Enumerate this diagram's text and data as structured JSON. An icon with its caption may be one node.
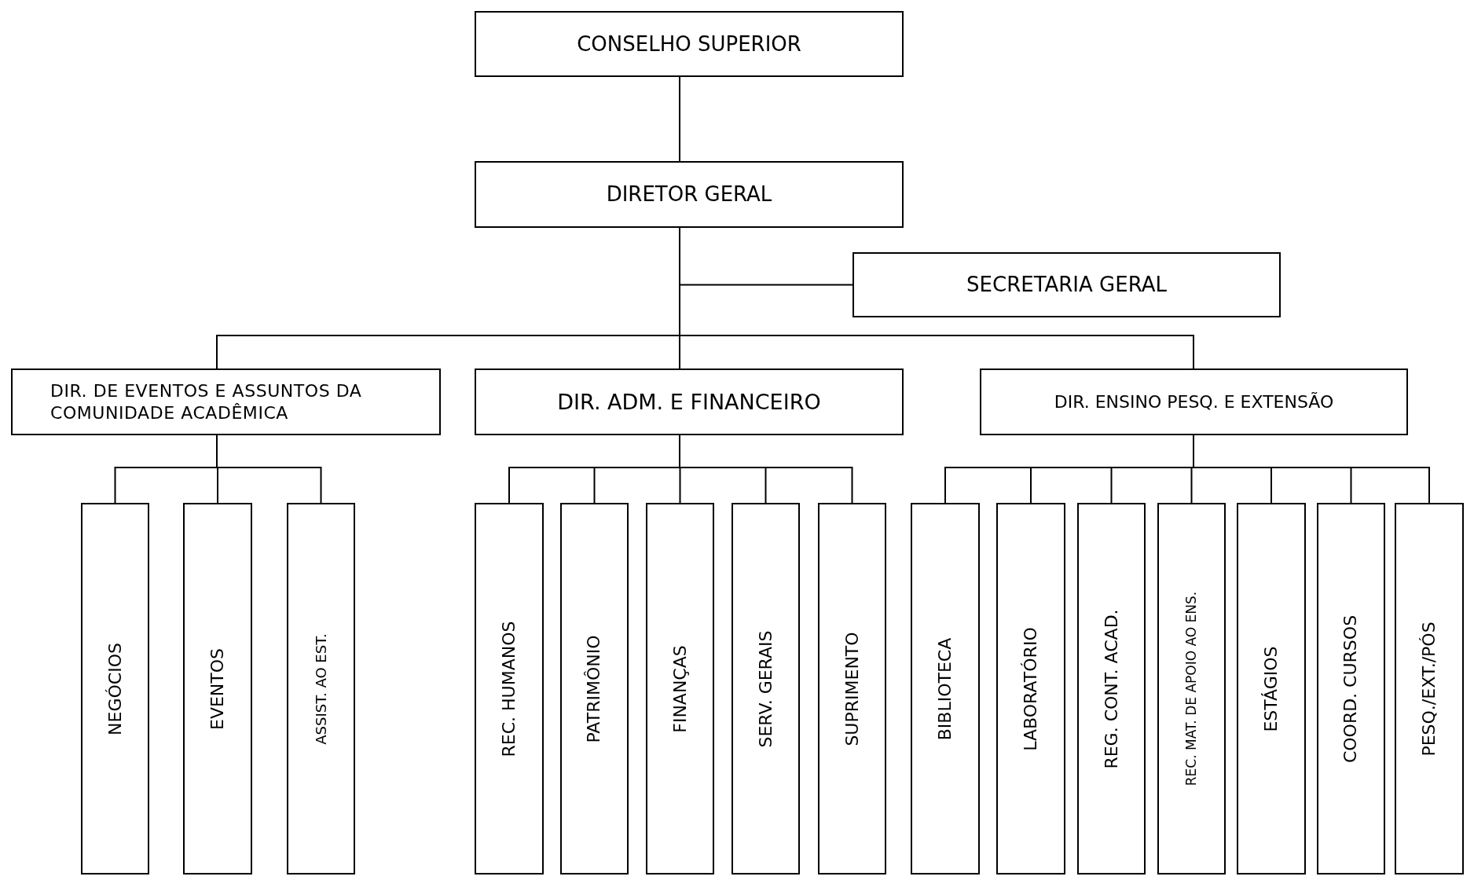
{
  "diagram": {
    "nodes": [
      {
        "text": [
          "CONSELHO SUPERIOR"
        ]
      },
      {
        "text": [
          "DIRETOR GERAL"
        ]
      },
      {
        "text": [
          "SECRETARIA GERAL"
        ]
      },
      {
        "text": [
          "DIR. DE EVENTOS E ASSUNTOS DA COMUNIDADE ACADÊMICA"
        ]
      },
      {
        "text": [
          "DIR. ADM. E FINANCEIRO"
        ]
      },
      {
        "text": [
          "DIR. ENSINO PESQ. E EXTENSÃO"
        ]
      },
      {
        "text": [
          "NEGÓCIOS"
        ]
      },
      {
        "text": [
          "EVENTOS"
        ]
      },
      {
        "text": [
          "ASSIST. AO EST."
        ]
      },
      {
        "text": [
          "REC. HUMANOS"
        ]
      },
      {
        "text": [
          "PATRIMÔNIO"
        ]
      },
      {
        "text": [
          "FINANÇAS"
        ]
      },
      {
        "text": [
          "SERV. GERAIS"
        ]
      },
      {
        "text": [
          "SUPRIMENTO"
        ]
      },
      {
        "text": [
          "BIBLIOTECA"
        ]
      },
      {
        "text": [
          "LABORATÓRIO"
        ]
      },
      {
        "text": [
          "REG. CONT. ACAD."
        ]
      },
      {
        "text": [
          "REC. MAT. DE APOIO AO ENS."
        ]
      },
      {
        "text": [
          "ESTÁGIOS"
        ]
      },
      {
        "text": [
          "COORD. CURSOS"
        ]
      },
      {
        "text": [
          "PESQ./EXT./PÓS"
        ]
      }
    ],
    "edges": [
      {
        "from": 0,
        "to": 1,
        "arrow": "none"
      },
      {
        "from": 1,
        "to": 2,
        "arrow": "none"
      },
      {
        "from": 1,
        "to": 3,
        "arrow": "none"
      },
      {
        "from": 1,
        "to": 4,
        "arrow": "none"
      },
      {
        "from": 1,
        "to": 5,
        "arrow": "none"
      },
      {
        "from": 3,
        "to": 6,
        "arrow": "none"
      },
      {
        "from": 3,
        "to": 7,
        "arrow": "none"
      },
      {
        "from": 3,
        "to": 8,
        "arrow": "none"
      },
      {
        "from": 4,
        "to": 9,
        "arrow": "none"
      },
      {
        "from": 4,
        "to": 10,
        "arrow": "none"
      },
      {
        "from": 4,
        "to": 11,
        "arrow": "none"
      },
      {
        "from": 4,
        "to": 12,
        "arrow": "none"
      },
      {
        "from": 4,
        "to": 13,
        "arrow": "none"
      },
      {
        "from": 5,
        "to": 14,
        "arrow": "none"
      },
      {
        "from": 5,
        "to": 15,
        "arrow": "none"
      },
      {
        "from": 5,
        "to": 16,
        "arrow": "none"
      },
      {
        "from": 5,
        "to": 17,
        "arrow": "none"
      },
      {
        "from": 5,
        "to": 18,
        "arrow": "none"
      },
      {
        "from": 5,
        "to": 19,
        "arrow": "none"
      },
      {
        "from": 5,
        "to": 20,
        "arrow": "none"
      }
    ]
  }
}
